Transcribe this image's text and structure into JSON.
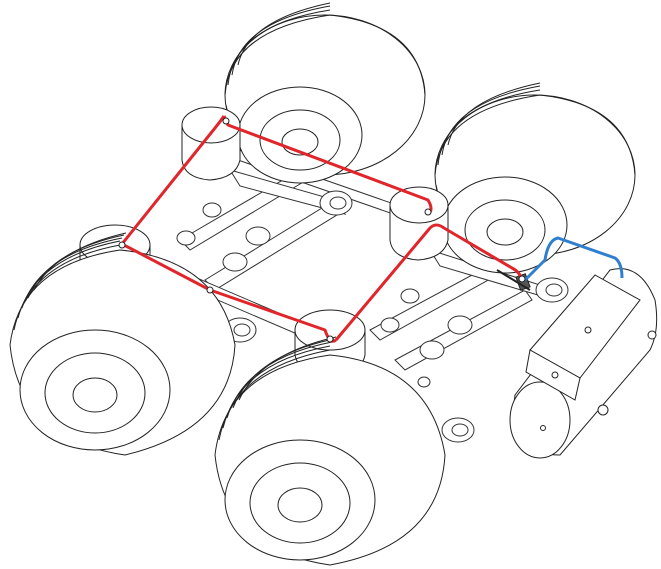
{
  "colors": {
    "background": "#ffffff",
    "outline": "#222222",
    "air_line_main": "#e0262b",
    "air_line_supply": "#2f7fd0"
  },
  "components": {
    "wheels": [
      "wheel-rear-left",
      "wheel-rear-right",
      "wheel-front-left",
      "wheel-front-right"
    ],
    "air_bags": [
      "air-bag-rear-left",
      "air-bag-rear-right",
      "air-bag-front-left",
      "air-bag-front-right"
    ],
    "tank": "air-tank",
    "valve": "height-control-valve"
  }
}
